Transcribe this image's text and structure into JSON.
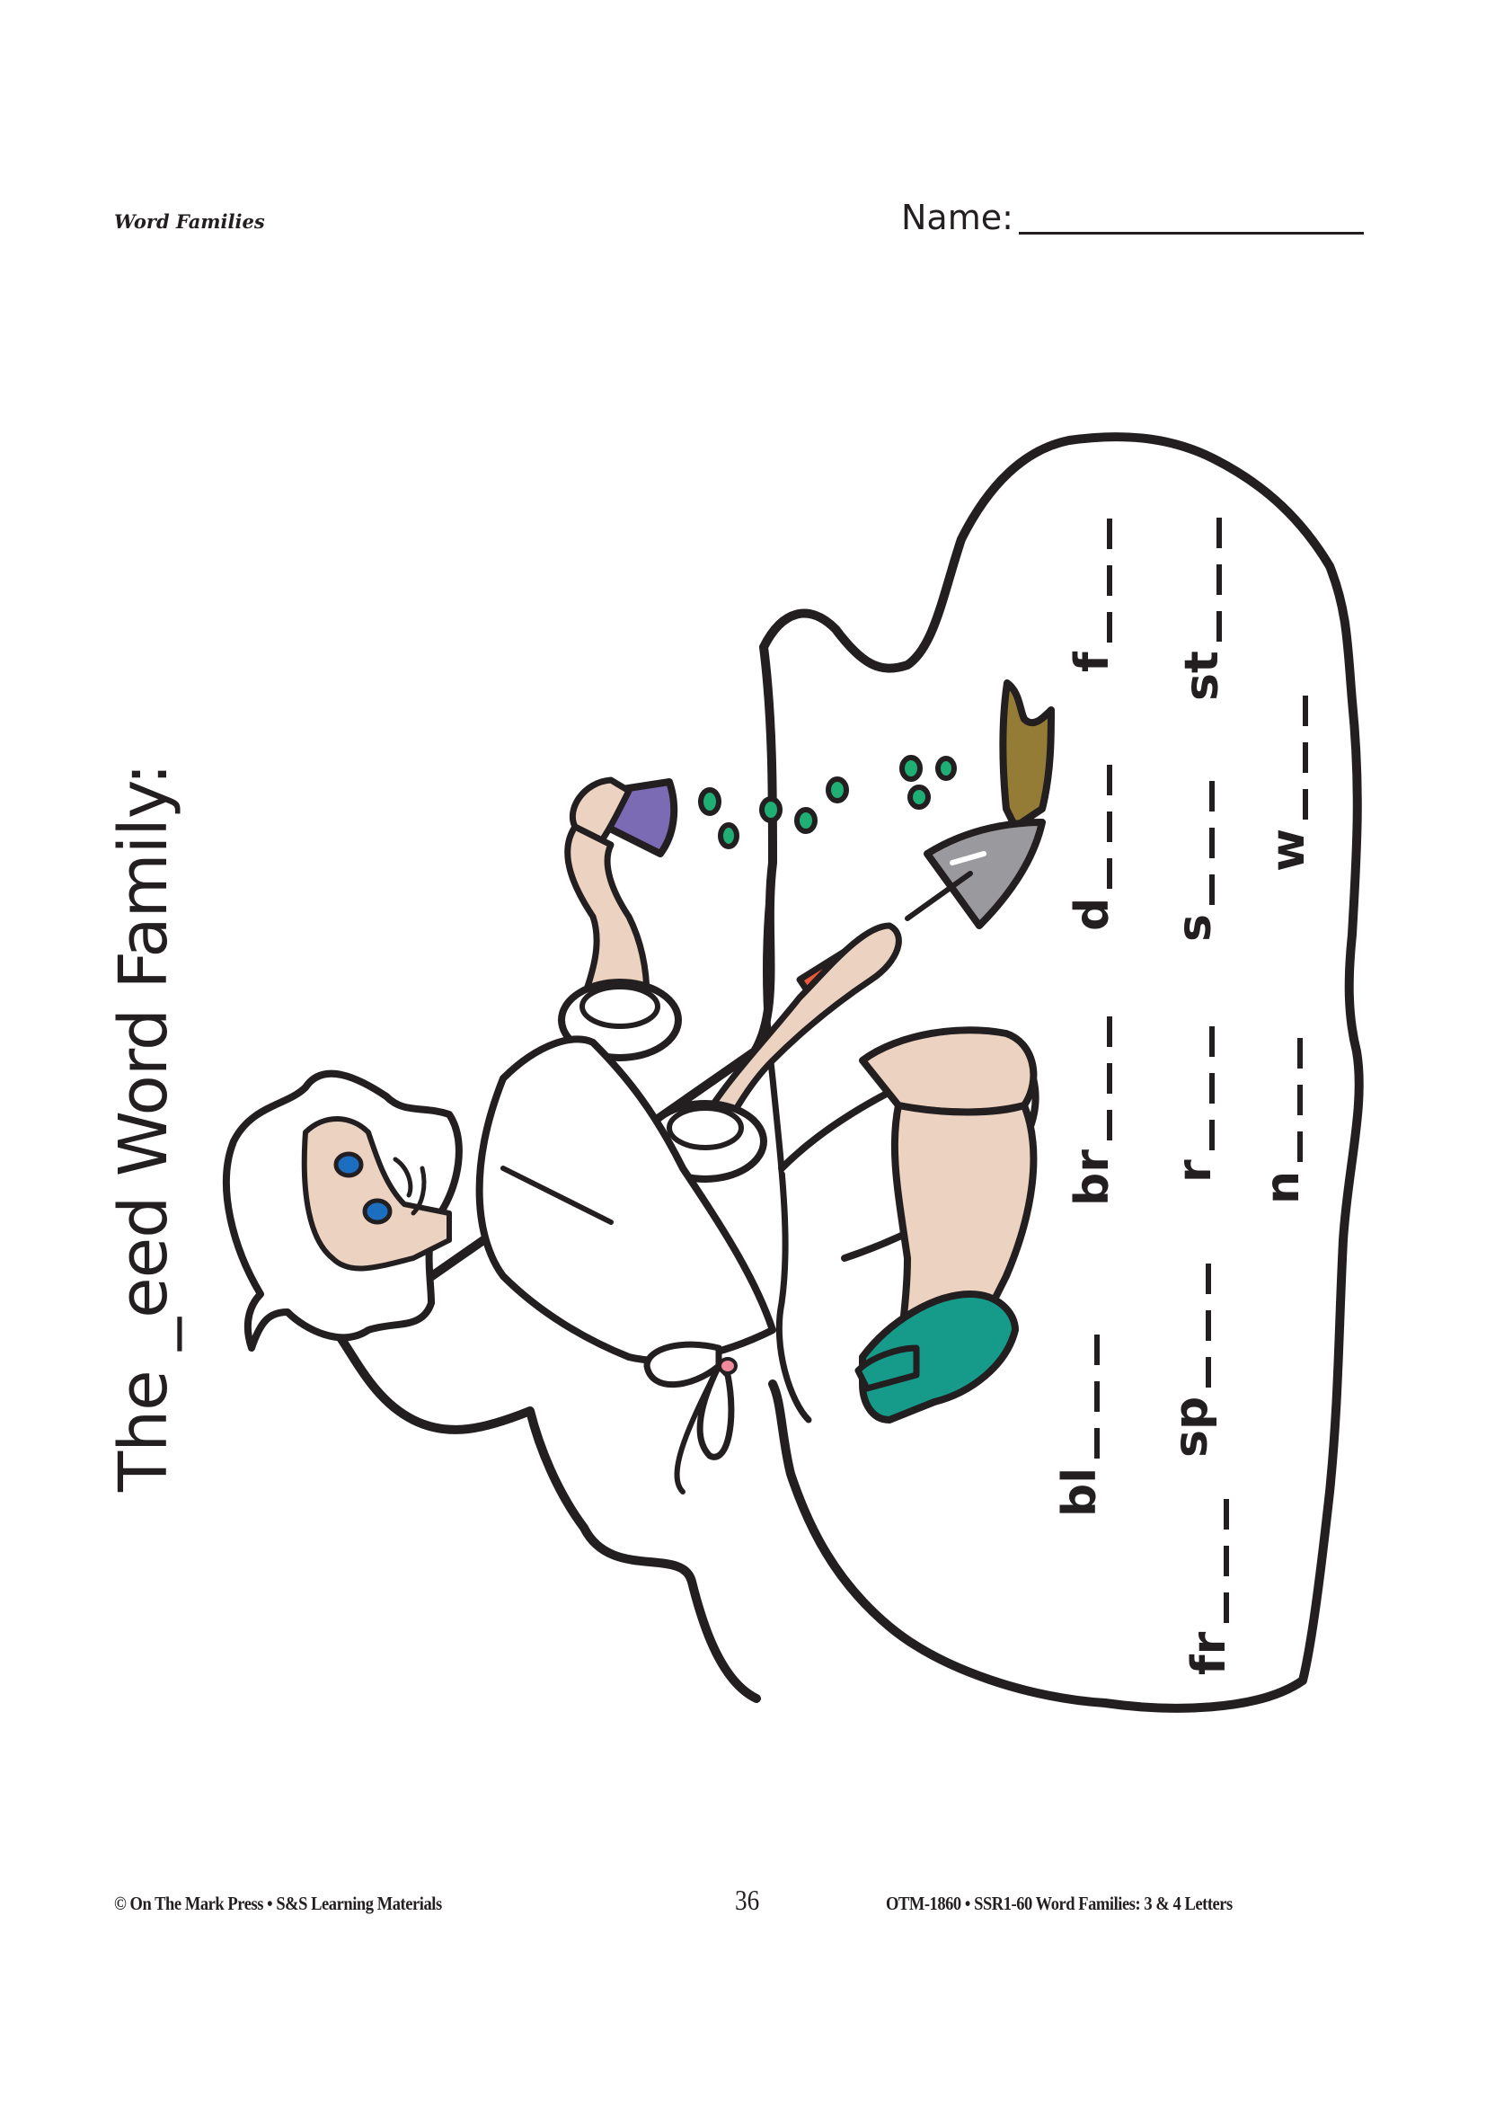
{
  "header": {
    "section_label": "Word Families",
    "name_label": "Name:",
    "name_value": ""
  },
  "title": {
    "prefix": "The _",
    "family": "eed",
    "suffix": " Word Family:"
  },
  "word_stems": [
    {
      "stem": "f",
      "blanks": 3,
      "column": 1
    },
    {
      "stem": "d",
      "blanks": 3,
      "column": 1
    },
    {
      "stem": "br",
      "blanks": 3,
      "column": 1
    },
    {
      "stem": "bl",
      "blanks": 3,
      "column": 1
    },
    {
      "stem": "st",
      "blanks": 3,
      "column": 2
    },
    {
      "stem": "s",
      "blanks": 3,
      "column": 2
    },
    {
      "stem": "r",
      "blanks": 3,
      "column": 2
    },
    {
      "stem": "sp",
      "blanks": 3,
      "column": 2
    },
    {
      "stem": "fr",
      "blanks": 3,
      "column": 2
    },
    {
      "stem": "w",
      "blanks": 3,
      "column": 3
    },
    {
      "stem": "n",
      "blanks": 3,
      "column": 3
    }
  ],
  "illustration": {
    "description": "woman in white dress kneeling, planting seeds from a purple cone with a trowel",
    "colors": {
      "outline": "#231f20",
      "skin": "#ecd2c0",
      "cone": "#7b6bb4",
      "seeds": "#1fae74",
      "trowel_handle": "#ef5a3c",
      "trowel_blade": "#9a9a9e",
      "bag": "#957c36",
      "shoes": "#169a8a",
      "eyes": "#1c6fc0",
      "bow_knot": "#f08a9a"
    }
  },
  "footer": {
    "left": "© On The Mark Press • S&S Learning Materials",
    "page_number": "36",
    "right": "OTM-1860 • SSR1-60 Word Families:  3 & 4 Letters"
  }
}
